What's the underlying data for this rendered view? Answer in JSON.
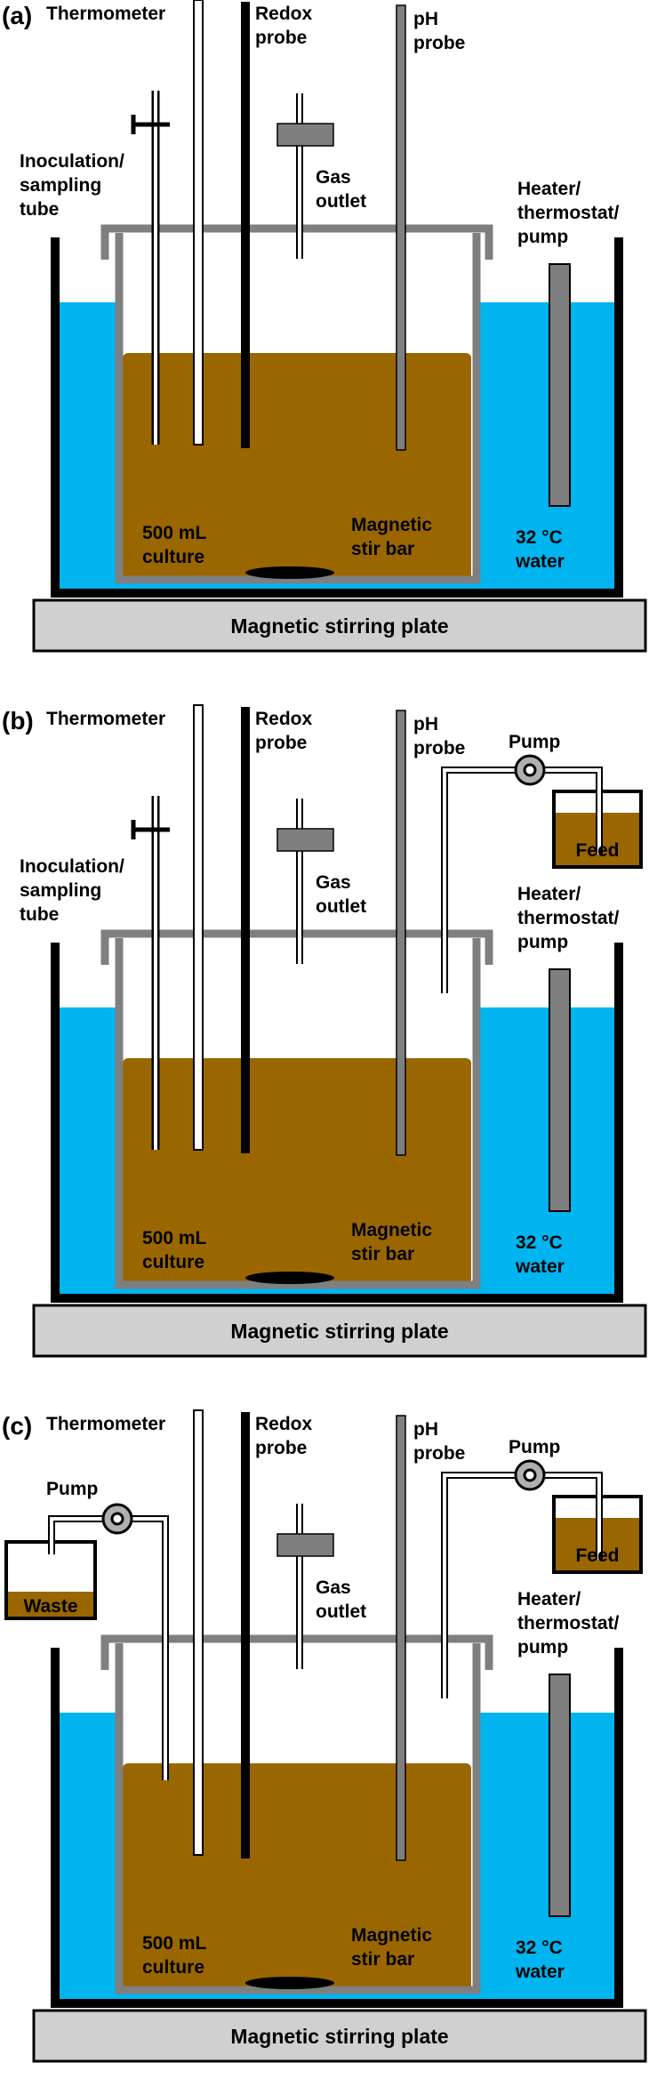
{
  "colors": {
    "water": "#00b4f0",
    "culture": "#996600",
    "lid_gray": "#7f7f7f",
    "plate_fill": "#d0d0d0",
    "probe_black": "#000000",
    "stir_bar": "#000000"
  },
  "panels": [
    {
      "id": "a",
      "panel_label": "(a)",
      "thermometer_label": "Thermometer",
      "redox_label": [
        "Redox",
        "probe"
      ],
      "ph_label": [
        "pH",
        "probe"
      ],
      "inoculation_label": [
        "Inoculation/",
        "sampling",
        "tube"
      ],
      "gas_label": [
        "Gas",
        "outlet"
      ],
      "heater_label": [
        "Heater/",
        "thermostat/",
        "pump"
      ],
      "culture_label": [
        "500 mL",
        "culture"
      ],
      "stirbar_label": [
        "Magnetic",
        "stir bar"
      ],
      "water_label": [
        "32 °C",
        "water"
      ],
      "plate_label": "Magnetic stirring plate",
      "feed": null,
      "waste": null
    },
    {
      "id": "b",
      "panel_label": "(b)",
      "thermometer_label": "Thermometer",
      "redox_label": [
        "Redox",
        "probe"
      ],
      "ph_label": [
        "pH",
        "probe"
      ],
      "inoculation_label": [
        "Inoculation/",
        "sampling",
        "tube"
      ],
      "gas_label": [
        "Gas",
        "outlet"
      ],
      "heater_label": [
        "Heater/",
        "thermostat/",
        "pump"
      ],
      "culture_label": [
        "500 mL",
        "culture"
      ],
      "stirbar_label": [
        "Magnetic",
        "stir bar"
      ],
      "water_label": [
        "32 °C",
        "water"
      ],
      "plate_label": "Magnetic stirring plate",
      "feed": {
        "pump_label": "Pump",
        "vessel_label": "Feed"
      },
      "waste": null
    },
    {
      "id": "c",
      "panel_label": "(c)",
      "thermometer_label": "Thermometer",
      "redox_label": [
        "Redox",
        "probe"
      ],
      "ph_label": [
        "pH",
        "probe"
      ],
      "inoculation_label": null,
      "gas_label": [
        "Gas",
        "outlet"
      ],
      "heater_label": [
        "Heater/",
        "thermostat/",
        "pump"
      ],
      "culture_label": [
        "500 mL",
        "culture"
      ],
      "stirbar_label": [
        "Magnetic",
        "stir bar"
      ],
      "water_label": [
        "32 °C",
        "water"
      ],
      "plate_label": "Magnetic stirring plate",
      "feed": {
        "pump_label": "Pump",
        "vessel_label": "Feed"
      },
      "waste": {
        "pump_label": "Pump",
        "vessel_label": "Waste"
      }
    }
  ]
}
